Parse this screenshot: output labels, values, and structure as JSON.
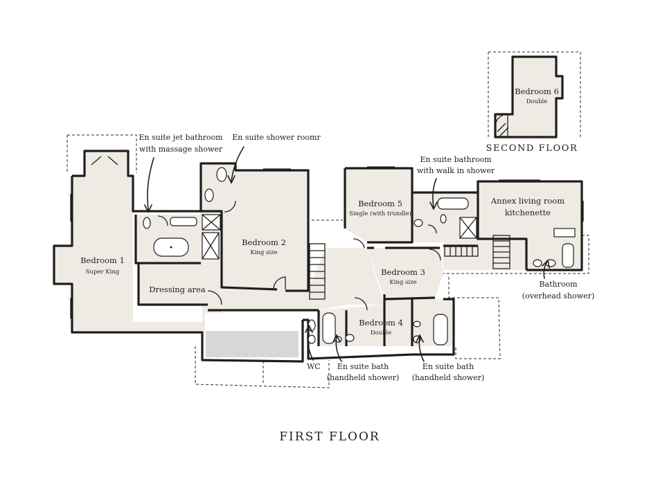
{
  "rooms": {
    "bedroom1": {
      "name": "Bedroom 1",
      "detail": "Super King"
    },
    "bedroom2": {
      "name": "Bedroom 2",
      "detail": "King size"
    },
    "bedroom3": {
      "name": "Bedroom 3",
      "detail": "King size"
    },
    "bedroom4": {
      "name": "Bedroom 4",
      "detail": "Double"
    },
    "bedroom5": {
      "name": "Bedroom 5",
      "detail": "Single (with trundle)"
    },
    "bedroom6": {
      "name": "Bedroom 6",
      "detail": "Double"
    },
    "dressing": {
      "name": "Dressing area"
    },
    "annex": {
      "line1": "Annex living room",
      "line2": "kitchenette"
    }
  },
  "annotations": {
    "jet_bath": {
      "line1": "En suite jet bathroom",
      "line2": "with massage shower"
    },
    "shower_room": {
      "line1": "En suite shower roomr"
    },
    "walk_in": {
      "line1": "En suite bathroom",
      "line2": "with walk in shower"
    },
    "bathroom": {
      "line1": "Bathroom",
      "line2": "(overhead shower)"
    },
    "wc": {
      "line1": "WC"
    },
    "ensuite_bath_a": {
      "line1": "En suite bath",
      "line2": "(handheld shower)"
    },
    "ensuite_bath_b": {
      "line1": "En suite bath",
      "line2": "(handheld shower)"
    }
  },
  "floors": {
    "first": "FIRST FLOOR",
    "second": "SECOND FLOOR"
  }
}
